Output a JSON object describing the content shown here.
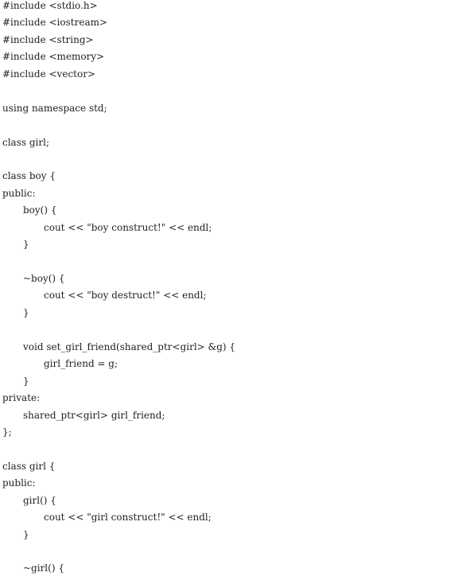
{
  "code": {
    "lines": [
      "#include <stdio.h>",
      "#include <iostream>",
      "#include <string>",
      "#include <memory>",
      "#include <vector>",
      "",
      "using namespace std;",
      "",
      "class girl;",
      "",
      "class boy {",
      "public:",
      "boy() {",
      "cout << \"boy construct!\" << endl;",
      "}",
      "",
      "~boy() {",
      "cout << \"boy destruct!\" << endl;",
      "}",
      "",
      "void set_girl_friend(shared_ptr<girl> &g) {",
      "girl_friend = g;",
      "}",
      "private:",
      "shared_ptr<girl> girl_friend;",
      "};",
      "",
      "class girl {",
      "public:",
      "girl() {",
      "cout << \"girl construct!\" << endl;",
      "}",
      "",
      "~girl() {"
    ]
  }
}
